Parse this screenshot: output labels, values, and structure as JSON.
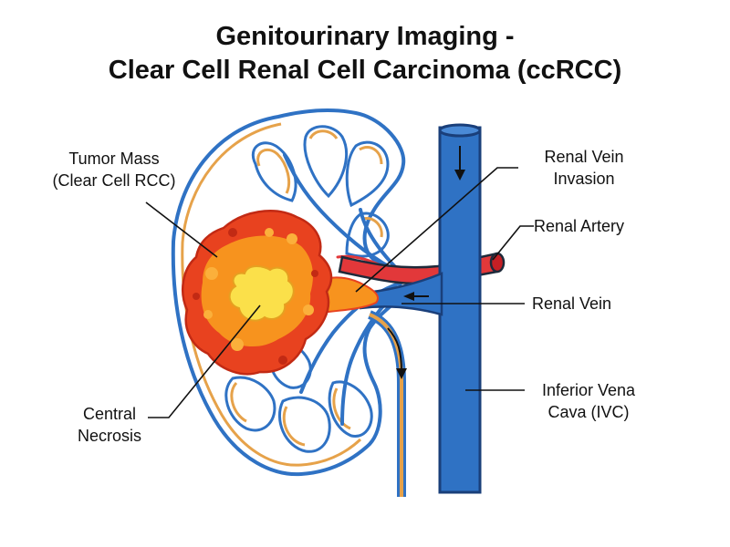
{
  "title": {
    "line1": "Genitourinary Imaging -",
    "line2": "Clear Cell Renal Cell Carcinoma (ccRCC)"
  },
  "labels": {
    "tumor_mass": {
      "line1": "Tumor Mass",
      "line2": "(Clear Cell RCC)"
    },
    "central_necrosis": {
      "line1": "Central",
      "line2": "Necrosis"
    },
    "renal_vein_invasion": {
      "line1": "Renal Vein",
      "line2": "Invasion"
    },
    "renal_artery": "Renal Artery",
    "renal_vein": "Renal Vein",
    "ivc": {
      "line1": "Inferior Vena",
      "line2": "Cava (IVC)"
    }
  },
  "colors": {
    "vein_blue": "#2f72c4",
    "vein_outline": "#1a3f7a",
    "artery_red": "#e2383a",
    "ureter_orange": "#e6a24a",
    "tumor_red": "#e8421f",
    "tumor_orange": "#f7931e",
    "necrosis_yellow": "#fbe04a",
    "outline": "#1e2a3a"
  }
}
